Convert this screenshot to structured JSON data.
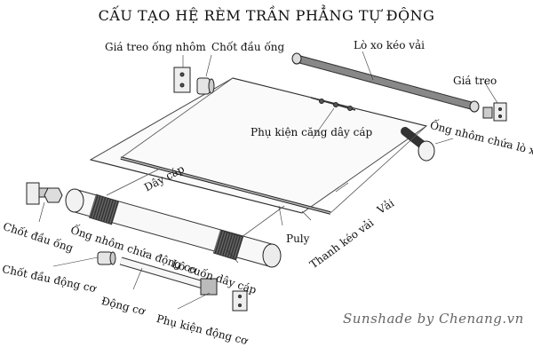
{
  "title": "CẤU TẠO HỆ RÈM TRẦN PHẲNG TỰ ĐỘNG",
  "labels": {
    "gia_treo_ong_nhom": "Giá treo ống nhôm",
    "chot_dau_ong_top": "Chốt đầu ống",
    "lo_xo_keo_vai": "Lò xo kéo vải",
    "gia_treo": "Giá treo",
    "ong_nhom_chua_lo_xo": "Ống nhôm chứa lò xo",
    "phu_kien_cang_day_cap": "Phụ kiện căng dây cáp",
    "day_cap": "Dây cáp",
    "vai": "Vải",
    "thanh_keo_vai": "Thanh kéo vải",
    "puly": "Puly",
    "chot_dau_ong_left": "Chốt đầu ống",
    "ong_nhom_chua_dong_co": "Ống nhôm chứa động cơ",
    "lo_cuon_day_cap": "Lô cuốn dây cáp",
    "chot_dau_dong_co": "Chốt đầu động cơ",
    "dong_co": "Động cơ",
    "phu_kien_dong_co": "Phụ kiện động cơ"
  },
  "signature": "Sunshade by Chenang.vn"
}
